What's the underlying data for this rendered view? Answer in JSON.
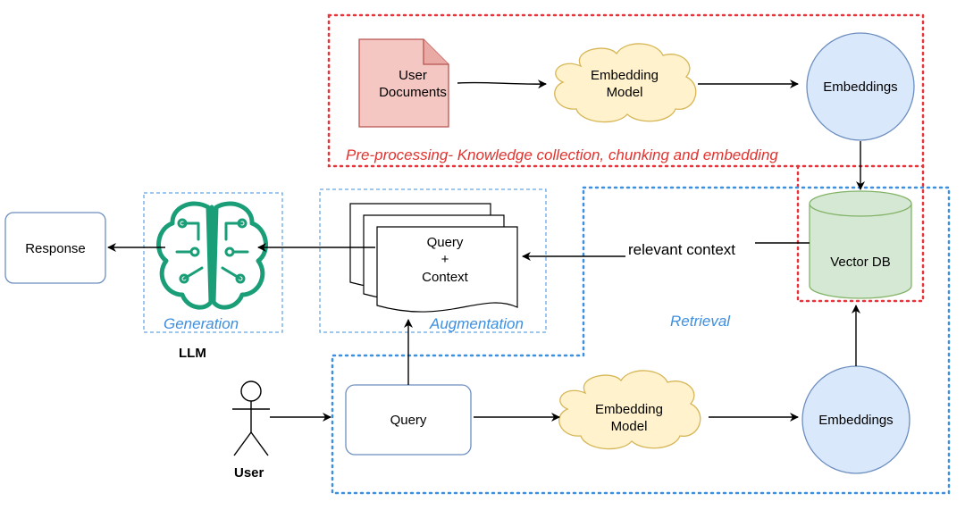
{
  "preprocessing": {
    "caption": "Pre-processing- Knowledge collection, chunking and embedding",
    "documents": [
      "User",
      "Documents"
    ],
    "embedding_model": [
      "Embedding",
      "Model"
    ],
    "embeddings": "Embeddings"
  },
  "retrieval": {
    "caption": "Retrieval",
    "vector_db": "Vector DB",
    "relevant_context": "relevant context",
    "query": "Query",
    "embedding_model": [
      "Embedding",
      "Model"
    ],
    "embeddings": "Embeddings"
  },
  "augmentation": {
    "caption": "Augmentation",
    "stack_text": [
      "Query",
      "+",
      "Context"
    ]
  },
  "generation": {
    "caption": "Generation",
    "llm_label": "LLM"
  },
  "response": "Response",
  "user_label": "User",
  "colors": {
    "red_dotted": "#e8333a",
    "blue_dotted": "#3d8fe0",
    "doc_fill": "#f4c7c3",
    "doc_stroke": "#b85450",
    "cloud_fill": "#fff2cc",
    "cloud_stroke": "#d6b656",
    "embed_fill": "#dae8fc",
    "embed_stroke": "#6c8ebf",
    "db_fill": "#d5e8d4",
    "db_stroke": "#82b366",
    "llm_green": "#1a9e78",
    "box_stroke": "#6c8ebf"
  }
}
